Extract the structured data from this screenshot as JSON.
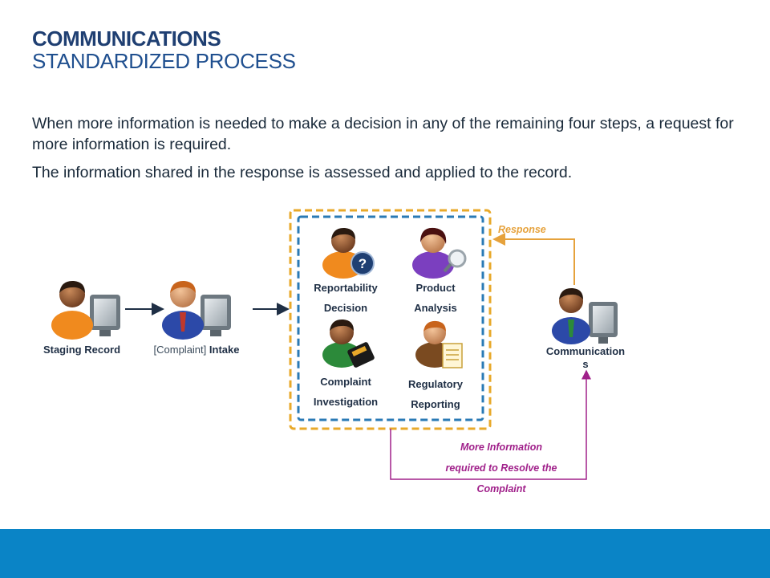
{
  "header": {
    "title_main": "COMMUNICATIONS",
    "title_sub": "STANDARDIZED PROCESS"
  },
  "body": {
    "paragraph1": "When more information is needed to make a decision in any of the remaining four steps, a request for more information is required.",
    "paragraph2": "The information shared in the response is assessed and applied to the record."
  },
  "diagram": {
    "staging_record": "Staging Record",
    "intake_prefix": "[Complaint]",
    "intake_label": "Intake",
    "reportability_line1": "Reportability",
    "reportability_line2": "Decision",
    "product_line1": "Product",
    "product_line2": "Analysis",
    "complaint_line1": "Complaint",
    "complaint_line2": "Investigation",
    "regulatory_line1": "Regulatory",
    "regulatory_line2": "Reporting",
    "communications_line1": "Communication",
    "communications_line2": "s",
    "response_label": "Response",
    "more_info_line1": "More Information",
    "more_info_line2": "required to Resolve the",
    "more_info_line3": "Complaint"
  },
  "colors": {
    "title": "#1f3f72",
    "footer": "#0a84c6",
    "outer_box": "#e8a92a",
    "inner_box": "#2a7ab5",
    "response_arrow": "#e6a23c",
    "more_info_arrow": "#a0208a"
  }
}
